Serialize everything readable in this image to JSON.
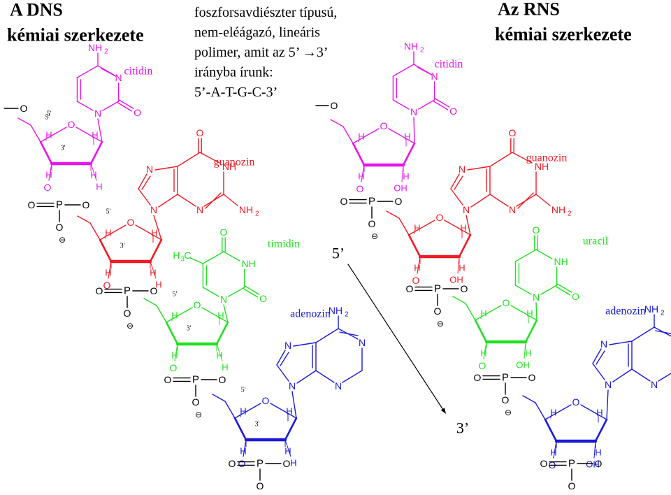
{
  "colors": {
    "black": "#000000",
    "magenta": "#e815e8",
    "red": "#ee1c25",
    "green": "#22e022",
    "blue": "#1a1ad6"
  },
  "titles": {
    "dns_line1": "A DNS",
    "dns_line2": "kémiai szerkezete",
    "rns_line1": "Az RNS",
    "rns_line2": "kémiai szerkezete"
  },
  "description": {
    "line1": "foszforsavdiészter típusú,",
    "line2": "nem-eléágazó, lineáris",
    "line3": "polimer, amit az 5’ →3’",
    "line4": "irányba írunk:",
    "line5": "5’-A-T-G-C-3’"
  },
  "bases": {
    "citidin": "citidin",
    "guanozin": "guanozin",
    "timidin": "timidin",
    "adenozin": "adenozin",
    "uracil": "uracil"
  },
  "direction": {
    "start": "5’",
    "end": "3’"
  },
  "atoms": {
    "N": "N",
    "NH": "NH",
    "O": "O",
    "H": "H",
    "P": "P",
    "OH": "OH",
    "NH2": "NH",
    "sub2": "2",
    "H3C": "H",
    "sub3": "3",
    "C": "C",
    "minus": "⊖",
    "p5": "5'",
    "p3": "3'"
  }
}
